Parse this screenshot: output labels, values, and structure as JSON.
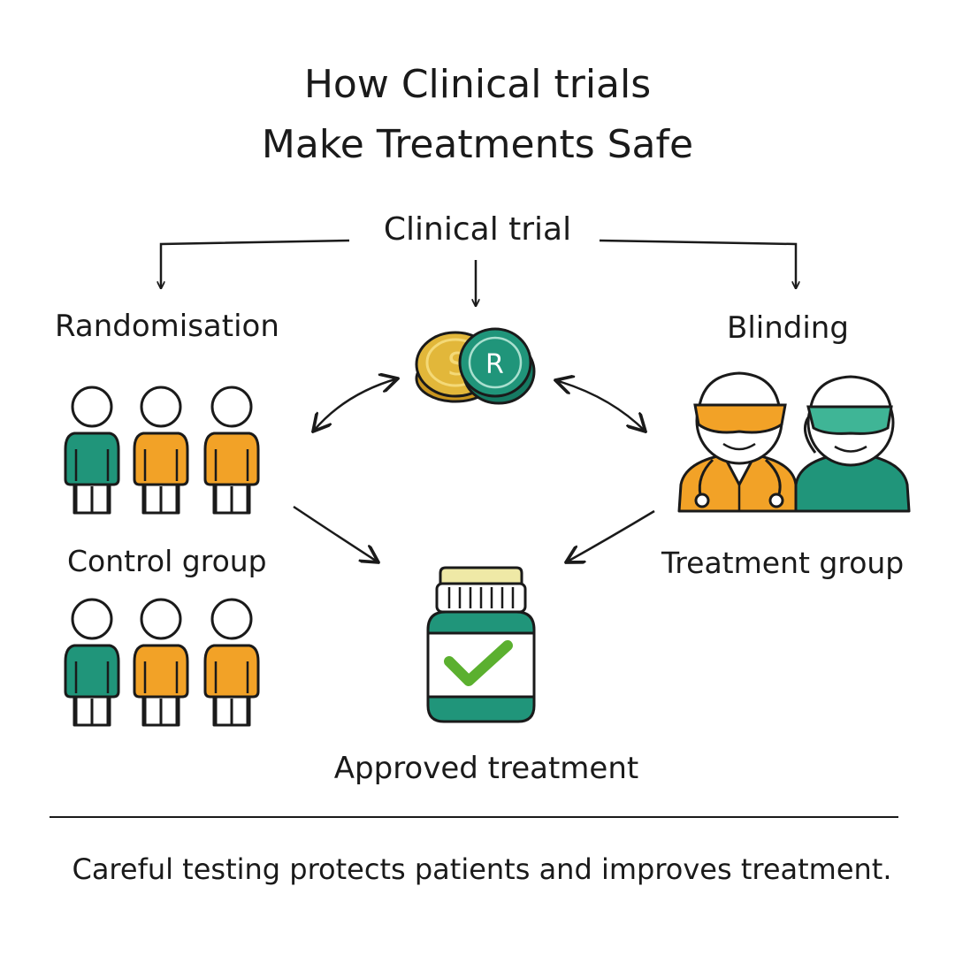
{
  "title": {
    "line1": "How Clinical trials",
    "line2": "Make Treatments Safe"
  },
  "root": {
    "label": "Clinical trial"
  },
  "branches": {
    "randomisation": "Randomisation",
    "blinding": "Blinding",
    "control_group": "Control group",
    "treatment_group": "Treatment group"
  },
  "outcome": {
    "label": "Approved treatment"
  },
  "coin_letters": {
    "front": "R",
    "back": "S"
  },
  "footer": {
    "text": "Careful testing protects patients and improves treatment."
  },
  "colors": {
    "green": "#20957a",
    "orange": "#f2a227",
    "gold": "#e2b73a",
    "ink": "#1a1a1a"
  },
  "icons": [
    "people-group-icon",
    "coin-pair-icon",
    "masked-researchers-icon",
    "medicine-jar-icon",
    "check-mark-icon",
    "stethoscope-icon"
  ]
}
